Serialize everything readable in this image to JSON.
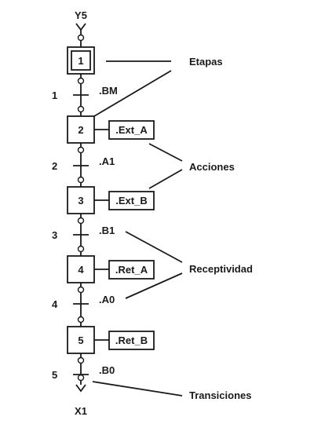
{
  "diagram": {
    "entry_label": "Y5",
    "exit_label": "X1",
    "initial_step": "1",
    "steps": [
      {
        "number": "2",
        "action": ".Ext_A"
      },
      {
        "number": "3",
        "action": ".Ext_B"
      },
      {
        "number": "4",
        "action": ".Ret_A"
      },
      {
        "number": "5",
        "action": ".Ret_B"
      }
    ],
    "transitions": [
      {
        "number": "1",
        "receptivity": ".BM"
      },
      {
        "number": "2",
        "receptivity": ".A1"
      },
      {
        "number": "3",
        "receptivity": ".B1"
      },
      {
        "number": "4",
        "receptivity": ".A0"
      },
      {
        "number": "5",
        "receptivity": ".B0"
      }
    ],
    "callouts": {
      "etapas": "Etapas",
      "acciones": "Acciones",
      "receptividad": "Receptividad",
      "transiciones": "Transiciones"
    }
  }
}
